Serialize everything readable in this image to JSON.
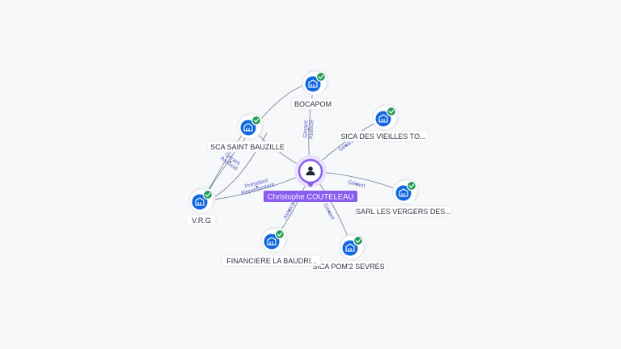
{
  "center": {
    "name": "Christophe COUTELEAU",
    "icon": "person-icon"
  },
  "companies": [
    {
      "id": "bocapom",
      "name": "BOCAPOM",
      "icon": "building-icon",
      "status": "check-icon"
    },
    {
      "id": "sica-vieilles",
      "name": "SICA DES VIEILLES TO...",
      "icon": "building-icon",
      "status": "check-icon"
    },
    {
      "id": "sarl-vergers",
      "name": "SARL LES VERGERS DES...",
      "icon": "building-icon",
      "status": "check-icon"
    },
    {
      "id": "sica-pom",
      "name": "SICA POM'2 SEVRES",
      "icon": "building-icon",
      "status": "check-icon"
    },
    {
      "id": "financiere",
      "name": "FINANCIERE LA BAUDRI...",
      "icon": "building-icon",
      "status": "check-icon"
    },
    {
      "id": "vrg",
      "name": "V.R.G",
      "icon": "building-icon",
      "status": "check-icon"
    },
    {
      "id": "sca-bauzille",
      "name": "SCA SAINT BAUZILLE",
      "icon": "building-icon",
      "status": "check-icon"
    }
  ],
  "relations": [
    {
      "target": "bocapom",
      "roles": [
        "Gérant",
        "Associé"
      ]
    },
    {
      "target": "sica-vieilles",
      "roles": [
        "Gérant"
      ]
    },
    {
      "target": "sarl-vergers",
      "roles": [
        "Gérant"
      ]
    },
    {
      "target": "sica-pom",
      "roles": [
        "Gérant"
      ]
    },
    {
      "target": "financiere",
      "roles": [
        "Associé"
      ]
    },
    {
      "target": "vrg",
      "roles": [
        "Président",
        "Représentant"
      ]
    },
    {
      "target": "sca-bauzille",
      "roles": [
        "Gérant",
        "Associé"
      ]
    }
  ],
  "colors": {
    "person_accent": "#8a5cf0",
    "company_icon": "#1268de",
    "status_ok": "#1f9d55",
    "role_text": "#5b61c9"
  }
}
